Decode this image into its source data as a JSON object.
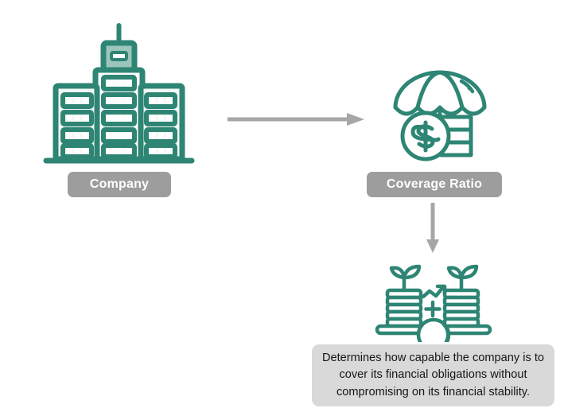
{
  "diagram": {
    "title": "Coverage Ratio concept diagram",
    "background_color": "#ffffff",
    "colors": {
      "icon_green": "#2e8574",
      "icon_green_light": "#9cc6bc",
      "label_gray": "#9d9d9d",
      "box_gray": "#d9d9d9",
      "arrow_gray": "#a6a6a6",
      "text_dark": "#161616",
      "label_text": "#ffffff"
    },
    "nodes": [
      {
        "id": "company",
        "icon": "office-building-icon",
        "label": "Company"
      },
      {
        "id": "coverage_ratio",
        "icon": "umbrella-over-coins-icon",
        "label": "Coverage Ratio"
      },
      {
        "id": "outcome",
        "icon": "balance-scale-coins-plants-icon",
        "label": "Determines how capable the company is to cover its financial obligations without compromising on its financial stability."
      }
    ],
    "connectors": [
      {
        "id": "company-to-coverage",
        "icon": "arrow-right-icon",
        "direction": "right",
        "from": "company",
        "to": "coverage_ratio"
      },
      {
        "id": "coverage-to-outcome",
        "icon": "arrow-down-icon",
        "direction": "down",
        "from": "coverage_ratio",
        "to": "outcome"
      }
    ]
  }
}
